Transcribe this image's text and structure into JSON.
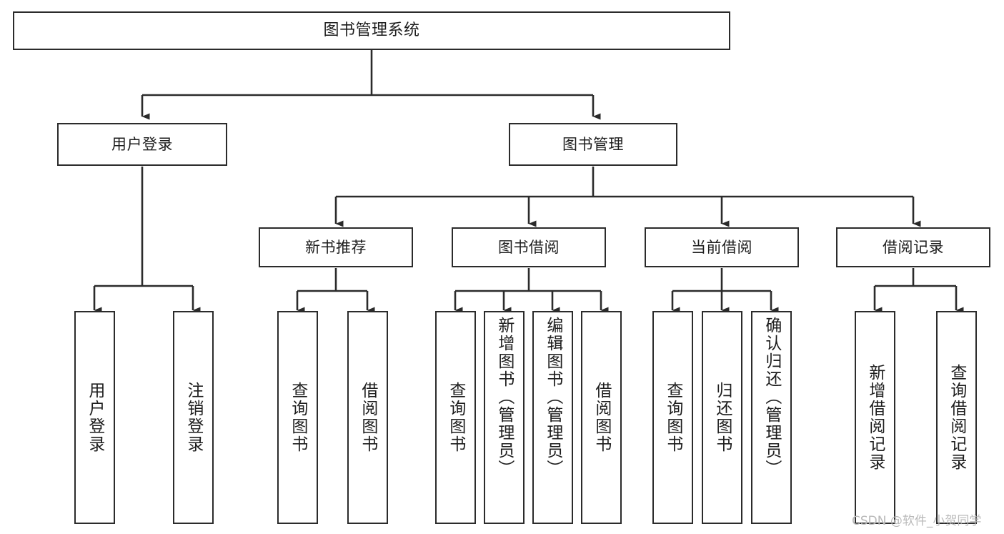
{
  "diagram": {
    "title": "图书管理系统",
    "type": "function-structure-tree",
    "colors": {
      "background": "#ffffff",
      "box_border": "#2b2b2b",
      "box_fill": "#ffffff",
      "connector": "#2b2b2b",
      "text": "#1d1d1d",
      "watermark": "#b9b9b9"
    },
    "root": {
      "label": "图书管理系统"
    },
    "level2": [
      {
        "label": "用户登录"
      },
      {
        "label": "图书管理"
      }
    ],
    "level3": [
      {
        "label": "新书推荐"
      },
      {
        "label": "图书借阅"
      },
      {
        "label": "当前借阅"
      },
      {
        "label": "借阅记录"
      }
    ],
    "leaves": {
      "user_login": [
        {
          "label": "用户登录"
        },
        {
          "label": "注销登录"
        }
      ],
      "new_book_recommend": [
        {
          "label": "查询图书"
        },
        {
          "label": "借阅图书"
        }
      ],
      "book_borrow": [
        {
          "label": "查询图书"
        },
        {
          "label": "新增图书（管理员）"
        },
        {
          "label": "编辑图书（管理员）"
        },
        {
          "label": "借阅图书"
        }
      ],
      "current_borrow": [
        {
          "label": "查询图书"
        },
        {
          "label": "归还图书"
        },
        {
          "label": "确认归还（管理员）"
        }
      ],
      "borrow_records": [
        {
          "label": "新增借阅记录"
        },
        {
          "label": "查询借阅记录"
        }
      ]
    }
  },
  "watermark": {
    "text": "CSDN @软件_小贺同学"
  }
}
